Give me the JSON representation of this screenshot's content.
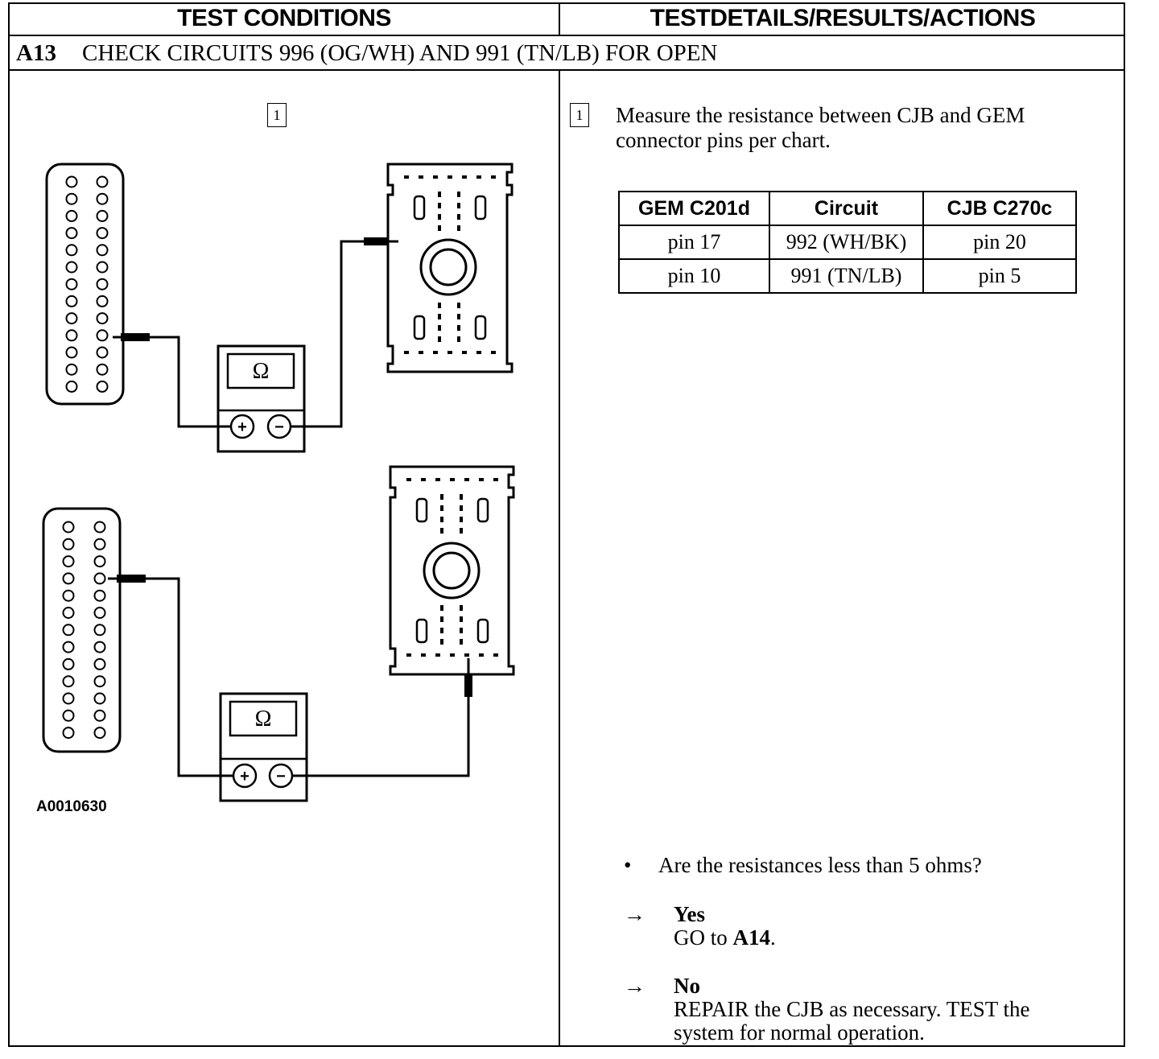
{
  "header": {
    "left": "TEST CONDITIONS",
    "right": "TESTDETAILS/RESULTS/ACTIONS"
  },
  "step": {
    "code": "A13",
    "title": "CHECK CIRCUITS 996 (OG/WH) AND 991 (TN/LB) FOR OPEN"
  },
  "figure": {
    "step_marker": "1",
    "meter_symbol": "Ω",
    "plus_symbol": "+",
    "minus_symbol": "−",
    "code": "A0010630"
  },
  "details": {
    "step_marker": "1",
    "instruction": "Measure the resistance between CJB and GEM connector pins per chart.",
    "table": {
      "headers": [
        "GEM C201d",
        "Circuit",
        "CJB C270c"
      ],
      "rows": [
        [
          "pin 17",
          "992 (WH/BK)",
          "pin 20"
        ],
        [
          "pin 10",
          "991 (TN/LB)",
          "pin 5"
        ]
      ]
    },
    "question_bullet": "•",
    "question": "Are the resistances less than 5 ohms?",
    "yes": {
      "arrow": "→",
      "label": "Yes",
      "action_prefix": "GO to ",
      "action_target": "A14",
      "action_suffix": "."
    },
    "no": {
      "arrow": "→",
      "label": "No",
      "action": "REPAIR the CJB as necessary. TEST the system for normal operation."
    }
  }
}
